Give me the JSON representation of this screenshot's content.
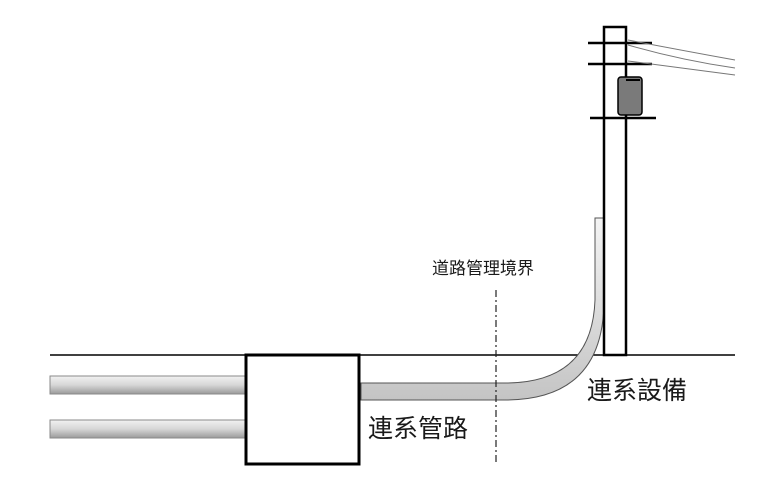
{
  "labels": {
    "boundary": "道路管理境界",
    "conduit": "連系管路",
    "equipment": "連系設備"
  }
}
